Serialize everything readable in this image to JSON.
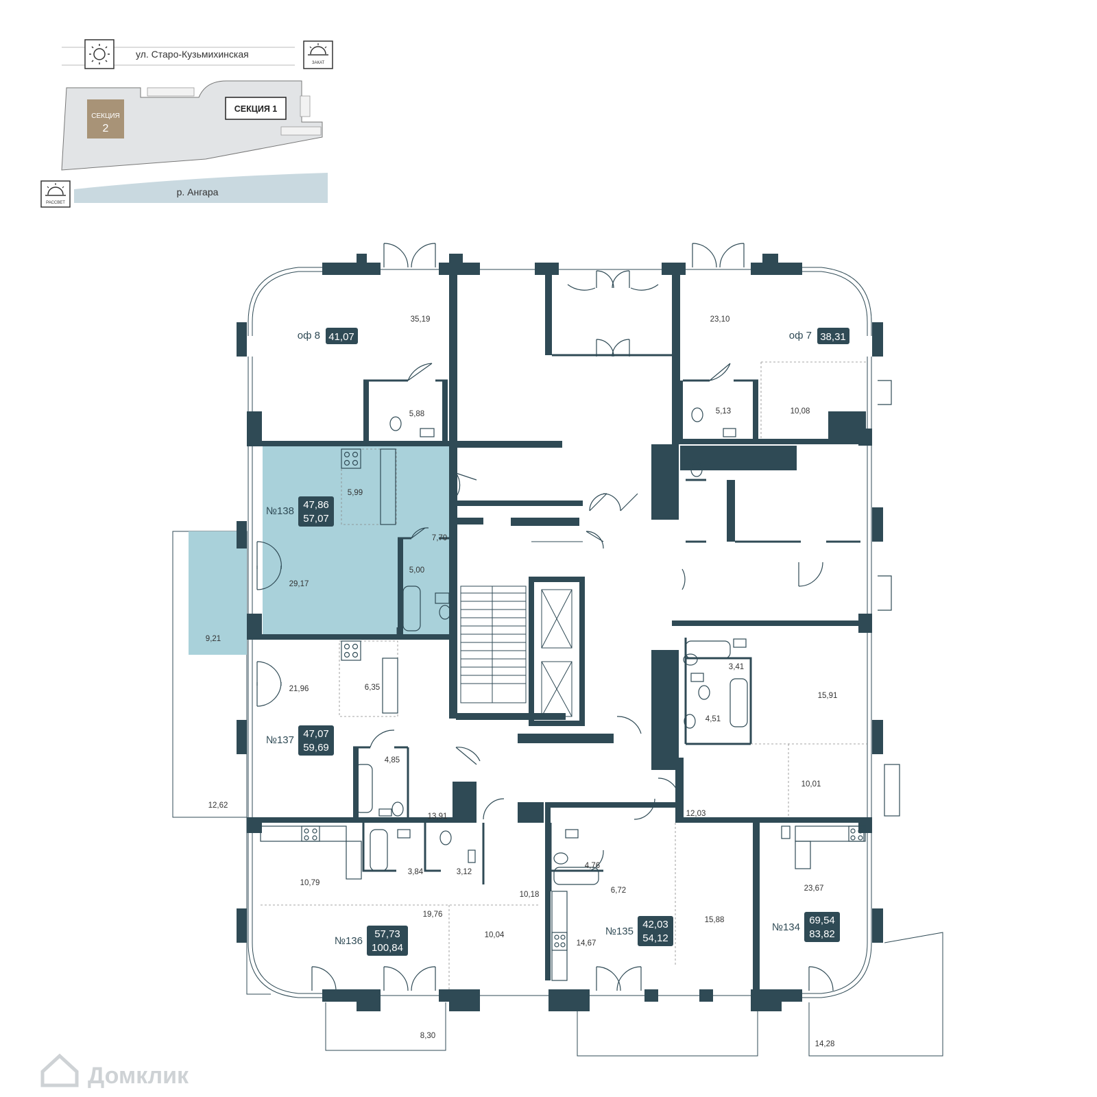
{
  "colors": {
    "wall": "#2f4a55",
    "highlight": "#a9d1da",
    "badge": "#2f4a55",
    "site": "#e2e4e6",
    "river": "#c9d9e0",
    "section2": "#a89377"
  },
  "site_plan": {
    "street": "ул. Старо-Кузьмихинская",
    "river": "р. Ангара",
    "sunset_label": "ЗАКАТ",
    "sunrise_label": "РАССВЕТ",
    "section1": "СЕКЦИЯ 1",
    "section2_word": "СЕКЦИЯ",
    "section2_num": "2"
  },
  "offices": [
    {
      "label": "оф 8",
      "total": "41,07",
      "rooms": [
        "35,19",
        "5,88"
      ]
    },
    {
      "label": "оф 7",
      "total": "38,31",
      "rooms": [
        "23,10",
        "5,13",
        "10,08"
      ]
    }
  ],
  "apartments": [
    {
      "label": "№138",
      "living": "47,86",
      "total": "57,07",
      "rooms": [
        "5,99",
        "7,70",
        "29,17",
        "5,00",
        "9,21"
      ],
      "highlighted": true
    },
    {
      "label": "№137",
      "living": "47,07",
      "total": "59,69",
      "rooms": [
        "21,96",
        "6,35",
        "4,85",
        "13,91",
        "12,62"
      ],
      "highlighted": false
    },
    {
      "label": "№136",
      "living": "57,73",
      "total": "100,84",
      "rooms": [
        "10,79",
        "3,84",
        "3,12",
        "10,18",
        "19,76",
        "10,04",
        "8,30"
      ],
      "highlighted": false
    },
    {
      "label": "№135",
      "living": "42,03",
      "total": "54,12",
      "rooms": [
        "4,76",
        "6,72",
        "14,67",
        "15,88"
      ],
      "highlighted": false
    },
    {
      "label": "№134",
      "living": "69,54",
      "total": "83,82",
      "rooms": [
        "3,41",
        "15,91",
        "4,51",
        "10,01",
        "12,03",
        "23,67",
        "14,28"
      ],
      "highlighted": false
    }
  ],
  "watermark": "Домклик"
}
